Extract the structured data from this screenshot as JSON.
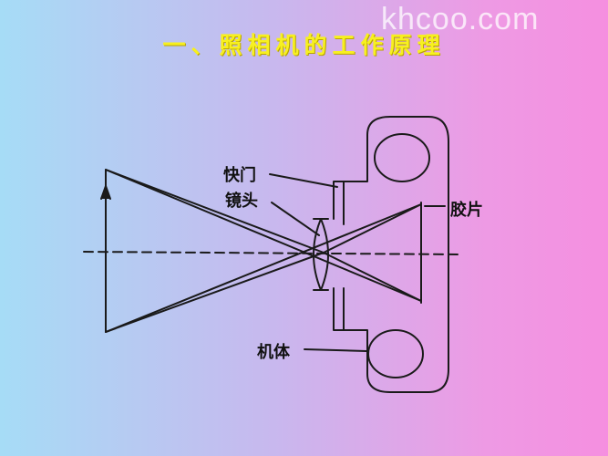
{
  "watermark": "khcoo.com",
  "title": "一、照相机的工作原理",
  "labels": {
    "shutter": "快门",
    "lens": "镜头",
    "film": "胶片",
    "body": "机体"
  },
  "colors": {
    "line": "#1a1a1a",
    "title": "#f7f020"
  }
}
